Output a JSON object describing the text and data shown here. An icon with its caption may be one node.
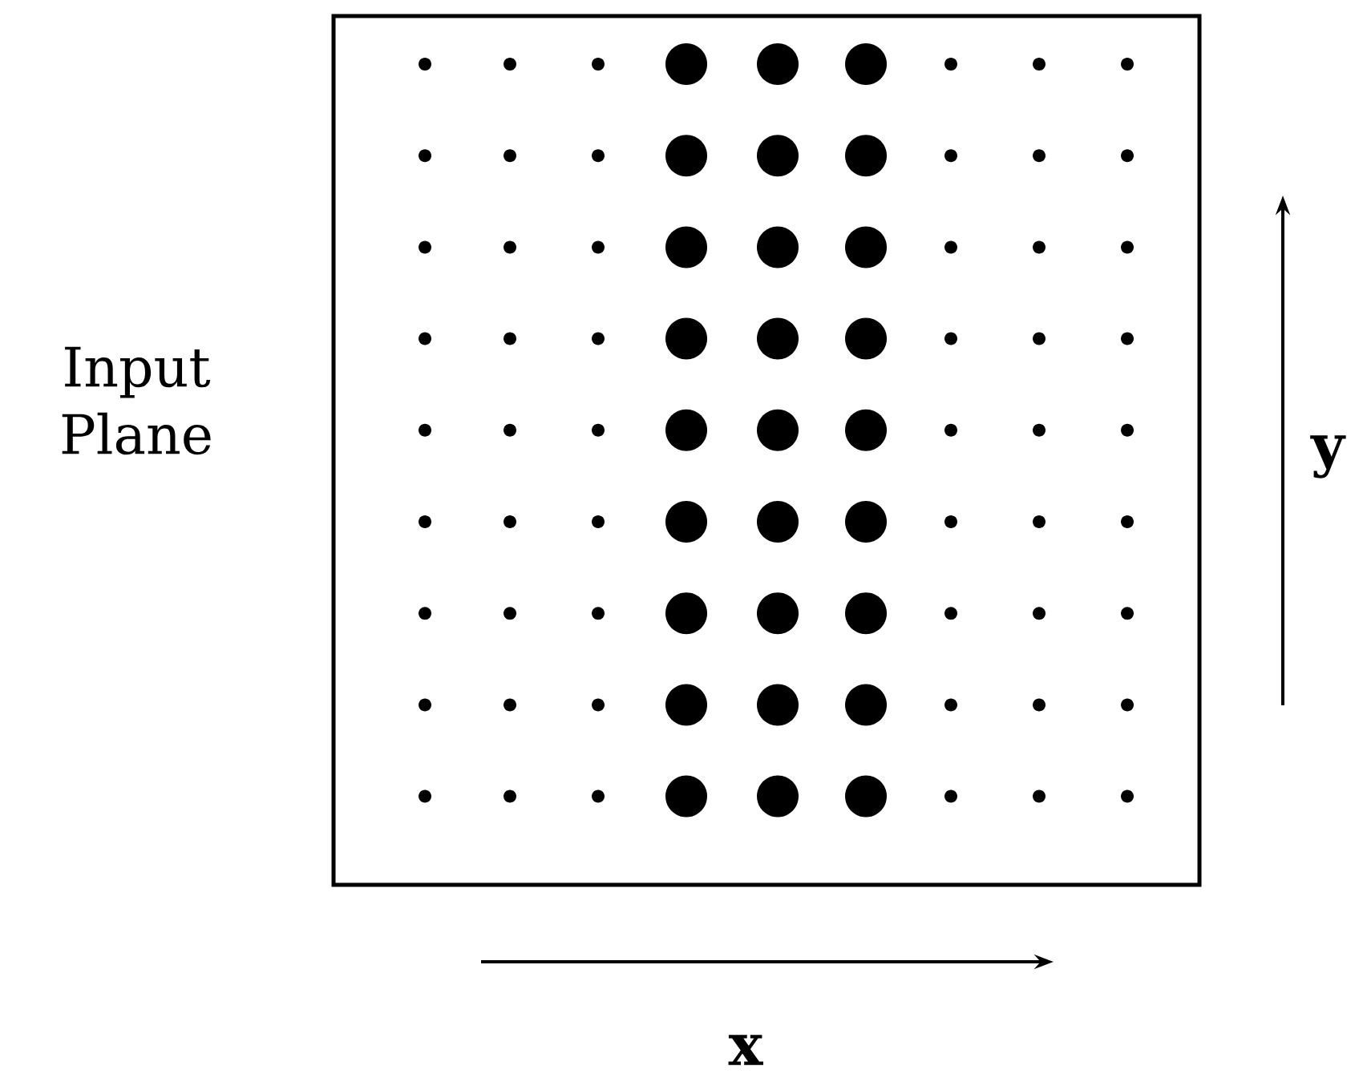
{
  "diagram": {
    "nodes": [
      {
        "text": [
          "Input Plane"
        ]
      }
    ],
    "labels": [
      "y",
      "x"
    ]
  }
}
